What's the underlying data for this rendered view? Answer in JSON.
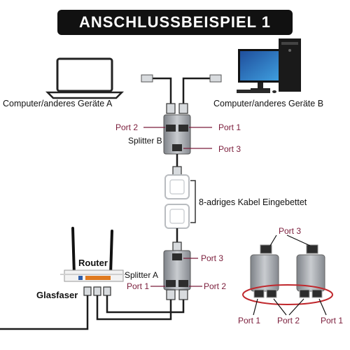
{
  "title": "ANSCHLUSSBEISPIEL 1",
  "labels": {
    "device_a": "Computer/anderes Geräte A",
    "device_b": "Computer/anderes Geräte B",
    "splitter_b": "Splitter B",
    "splitter_a": "Splitter A",
    "router": "Router",
    "glasfaser": "Glasfaser",
    "cable": "8-adriges Kabel Eingebettet"
  },
  "ports": {
    "b_port2": "Port 2",
    "b_port1": "Port 1",
    "b_port3": "Port 3",
    "a_port3": "Port 3",
    "a_port1": "Port 1",
    "a_port2": "Port 2"
  },
  "inset": {
    "port3": "Port 3",
    "port1_left": "Port 1",
    "port2": "Port 2",
    "port1_right": "Port 1"
  },
  "colors": {
    "port_label": "#7a1c3a",
    "highlight_oval": "#c0282d",
    "router_orange": "#e07a1f",
    "splitter_grey": "#9a9ea4"
  }
}
